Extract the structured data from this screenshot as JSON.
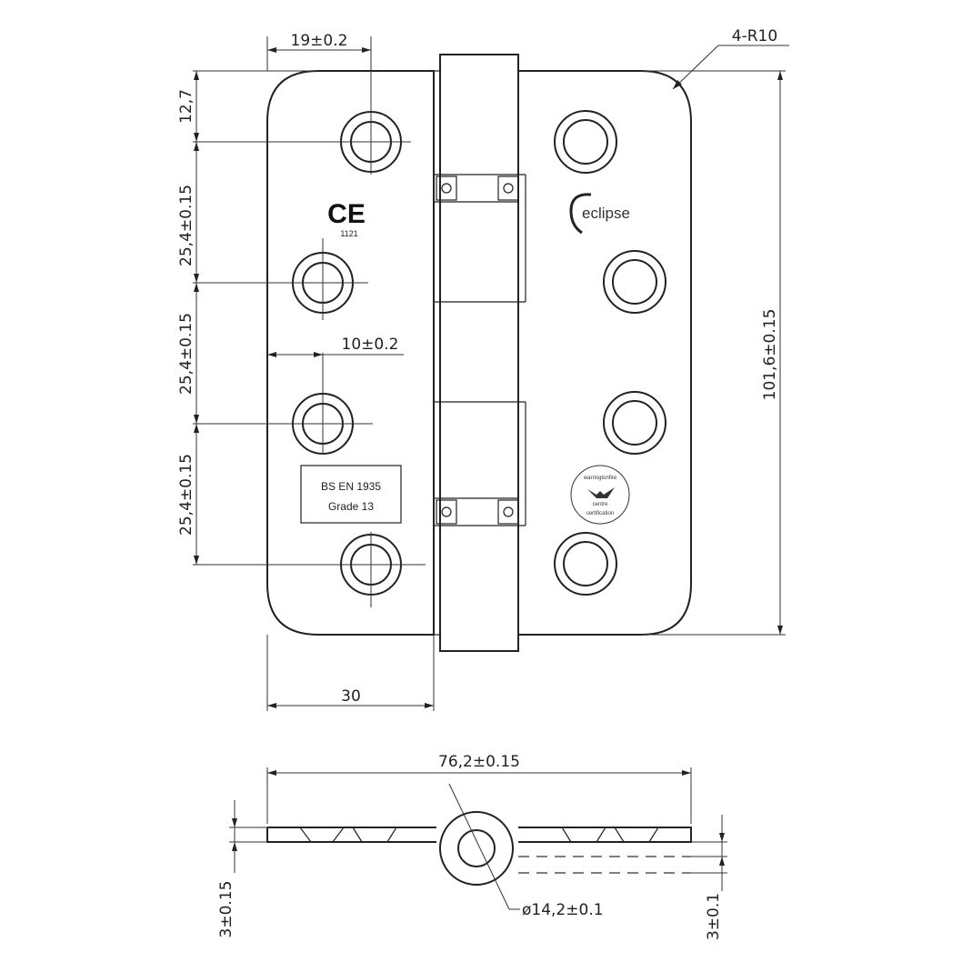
{
  "dimensions": {
    "corner_radius": "4-R10",
    "hole_edge_offset": "19±0.2",
    "top_offset": "12,7",
    "pitch_1": "25,4±0.15",
    "pitch_2": "25,4±0.15",
    "pitch_3": "25,4±0.15",
    "hole_inner_offset": "10±0.2",
    "leaf_width": "30",
    "height": "101,6±0.15",
    "open_width": "76,2±0.15",
    "knuckle_diameter": "ø14,2±0.1",
    "leaf_thickness_left": "3±0.15",
    "leaf_thickness_right": "3±0.1"
  },
  "markings": {
    "ce": "CE",
    "ce_number": "1121",
    "brand": "eclipse",
    "standard_line1": "BS EN 1935",
    "standard_line2": "Grade 13",
    "seal_top": "warringtonfire",
    "seal_mid": "centre",
    "seal_bottom": "certification"
  },
  "colors": {
    "line": "#222222",
    "background": "#ffffff"
  }
}
